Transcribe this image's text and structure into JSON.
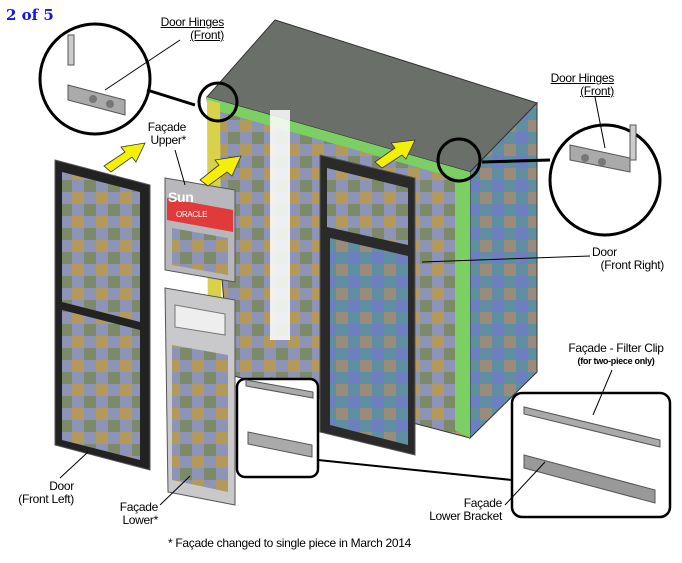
{
  "page_indicator": "2 of 5",
  "labels": {
    "hinges_left": [
      "Door Hinges",
      "(Front)"
    ],
    "hinges_right": [
      "Door Hinges",
      "(Front)"
    ],
    "facade_upper": [
      "Façade",
      "Upper*"
    ],
    "door_front_right": [
      "Door",
      "(Front Right)"
    ],
    "filter_clip": [
      "Façade - Filter Clip",
      "(for two-piece only)"
    ],
    "door_front_left": [
      "Door",
      "(Front Left)"
    ],
    "facade_lower": [
      "Façade",
      "Lower*"
    ],
    "lower_bracket": [
      "Façade",
      "Lower Bracket"
    ]
  },
  "logo": {
    "sun": "Sun",
    "oracle": "ORACLE"
  },
  "footnote": "* Façade changed to single piece in March 2014",
  "colors": {
    "page_indicator": "#1414e6",
    "arrow": "#f5f000",
    "cabinet_top": "#6b6f6a",
    "frame_green": "#7ccf63",
    "oracle_red": "#e03a3a"
  }
}
